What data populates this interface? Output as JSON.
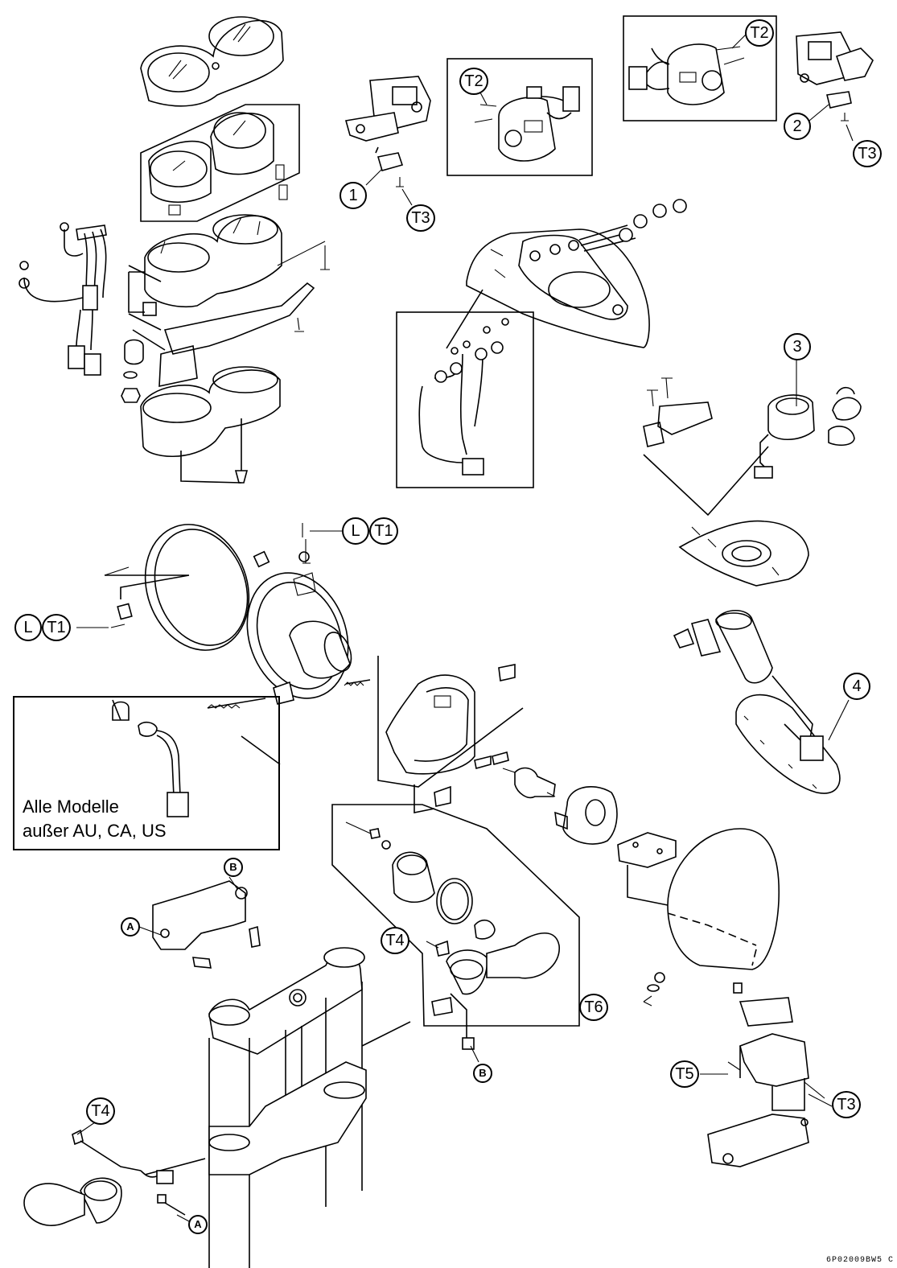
{
  "callouts": {
    "c1": "1",
    "c2": "2",
    "c3": "3",
    "c4": "4",
    "t2a": "T2",
    "t2b": "T2",
    "t3a": "T3",
    "t3b": "T3",
    "t3c": "T3",
    "t4a": "T4",
    "t4b": "T4",
    "t5": "T5",
    "t6": "T6",
    "l1": "L",
    "t1a": "T1",
    "l2": "L",
    "t1b": "T1",
    "a1": "A",
    "a2": "A",
    "b1": "B",
    "b2": "B"
  },
  "note": {
    "line1": "Alle Modelle",
    "line2": "außer AU, CA, US"
  },
  "figure_code": "6P02009BW5 C"
}
